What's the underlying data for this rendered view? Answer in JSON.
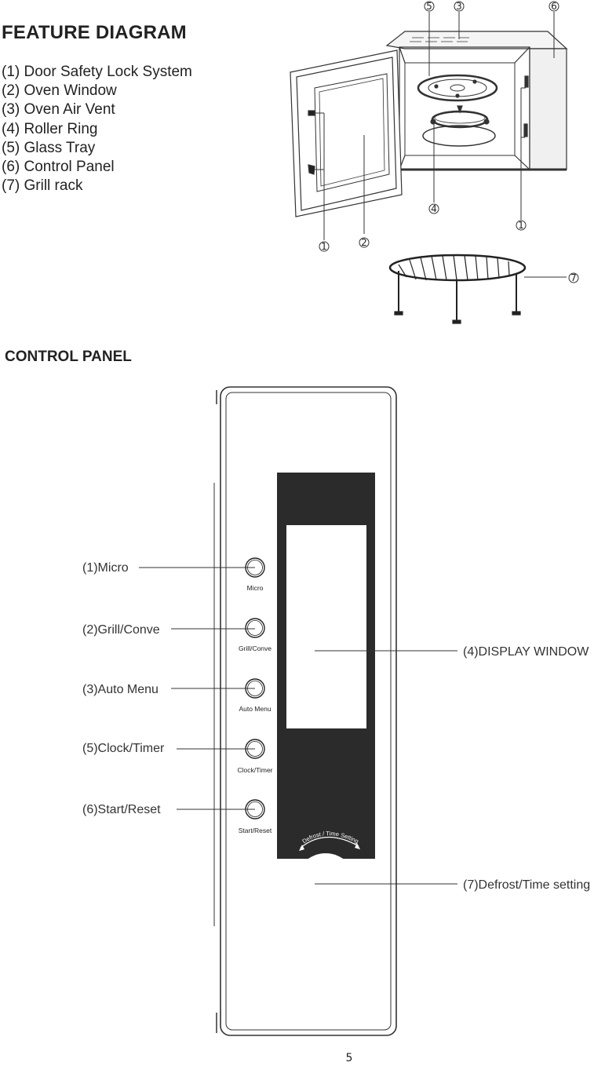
{
  "feature_diagram": {
    "title": "FEATURE DIAGRAM",
    "items": [
      "(1) Door Safety Lock System",
      "(2) Oven Window",
      "(3) Oven Air Vent",
      "(4) Roller Ring",
      "(5) Glass Tray",
      "(6) Control Panel",
      "(7) Grill rack"
    ],
    "markers": {
      "lock_left": "1",
      "window": "2",
      "air_vent": "3",
      "roller_ring": "4",
      "glass_tray": "5",
      "control_panel": "6",
      "lock_right": "1",
      "grill_rack": "7"
    }
  },
  "control_panel": {
    "title": "CONTROL PANEL",
    "callouts": {
      "micro": "(1)Micro",
      "grill_conve": "(2)Grill/Conve",
      "auto_menu": "(3)Auto Menu",
      "clock_timer": "(5)Clock/Timer",
      "start_reset": "(6)Start/Reset",
      "display_window": "(4)DISPLAY WINDOW",
      "defrost_time": "(7)Defrost/Time setting"
    },
    "button_labels": {
      "micro": "Micro",
      "grill_conve": "Grill/Conve",
      "auto_menu": "Auto Menu",
      "clock_timer": "Clock/Timer",
      "start_reset": "Start/Reset"
    },
    "dial_arc_label": "Defrost / Time Setting"
  },
  "page_number": "5"
}
